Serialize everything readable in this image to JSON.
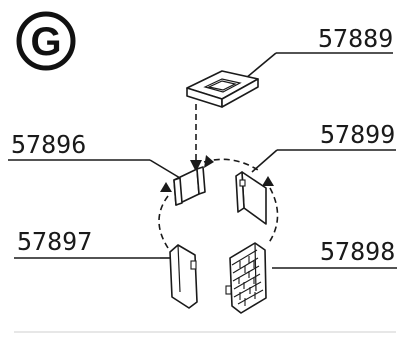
{
  "badge": {
    "letter": "G"
  },
  "parts": {
    "top_cap": {
      "number": "57889"
    },
    "left_upper": {
      "number": "57896"
    },
    "right_upper": {
      "number": "57899"
    },
    "left_lower": {
      "number": "57897"
    },
    "right_lower": {
      "number": "57898"
    }
  },
  "colors": {
    "ink": "#1a1a1a",
    "background": "#ffffff"
  }
}
